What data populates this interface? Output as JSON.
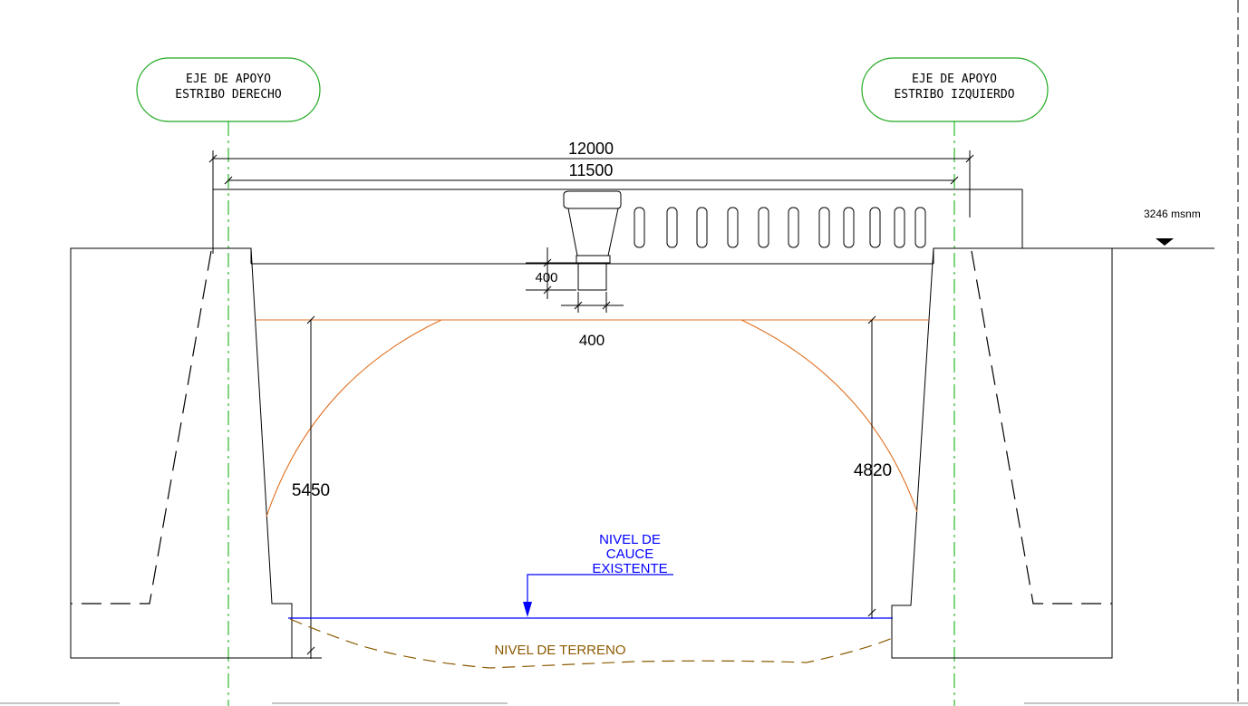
{
  "labels": {
    "axis_left_line1": "EJE DE APOYO",
    "axis_left_line2": "ESTRIBO DERECHO",
    "axis_right_line1": "EJE DE APOYO",
    "axis_right_line2": "ESTRIBO IZQUIERDO",
    "elevation": "3246 msnm",
    "riverbed_line1": "NIVEL DE",
    "riverbed_line2": "CAUCE",
    "riverbed_line3": "EXISTENTE",
    "terrain": "NIVEL DE TERRENO"
  },
  "dimensions": {
    "total_length": "12000",
    "span_length": "11500",
    "post_height": "400",
    "post_width": "400",
    "left_clearance": "5450",
    "right_clearance": "4820"
  },
  "colors": {
    "line": "#000000",
    "axis": "#00aa00",
    "arch": "#e07020",
    "water": "#0000ff",
    "terrain": "#8b5a00",
    "label_box": "#22aa22"
  }
}
